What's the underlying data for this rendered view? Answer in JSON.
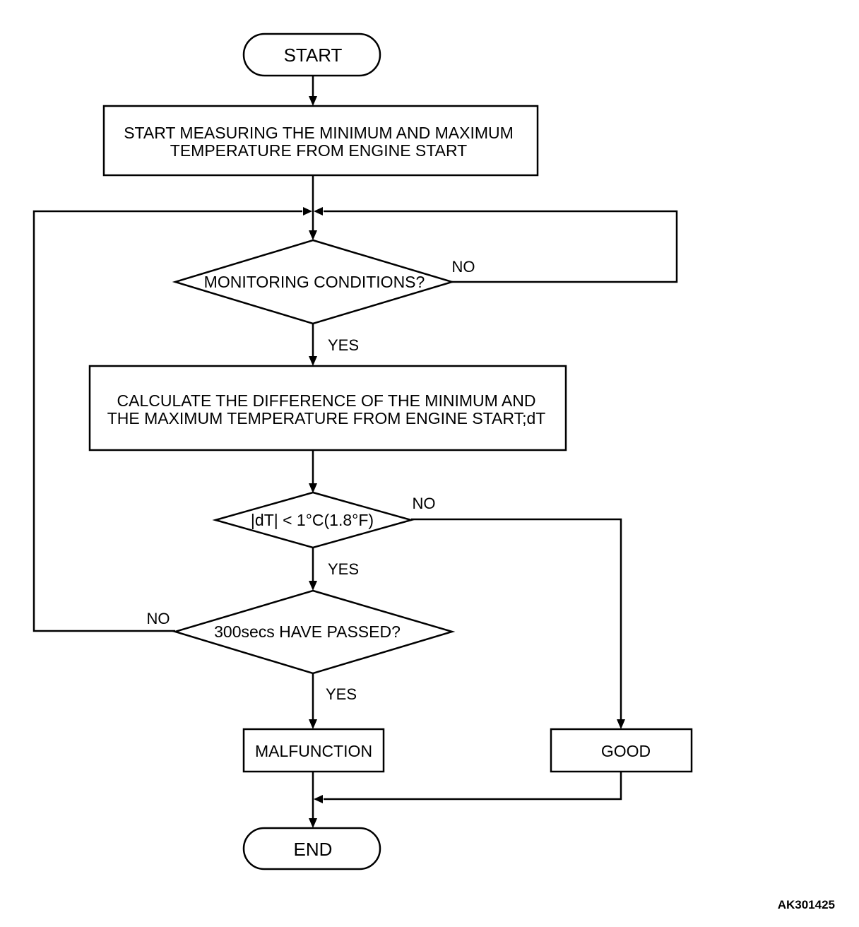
{
  "diagram": {
    "nodes": {
      "start": "START",
      "measure": [
        "START MEASURING THE MINIMUM AND MAXIMUM",
        "TEMPERATURE FROM ENGINE START"
      ],
      "monitoring": "MONITORING CONDITIONS?",
      "calculate": [
        "CALCULATE THE DIFFERENCE OF THE MINIMUM AND",
        "THE MAXIMUM TEMPERATURE FROM ENGINE START;dT"
      ],
      "dt_check": "|dT| < 1°C(1.8°F)",
      "passed": "300secs HAVE PASSED?",
      "malfunction": "MALFUNCTION",
      "good": "GOOD",
      "end": "END"
    },
    "labels": {
      "monitoring_no": "NO",
      "monitoring_yes": "YES",
      "dt_no": "NO",
      "dt_yes": "YES",
      "passed_no": "NO",
      "passed_yes": "YES"
    },
    "figure_id": "AK301425"
  }
}
